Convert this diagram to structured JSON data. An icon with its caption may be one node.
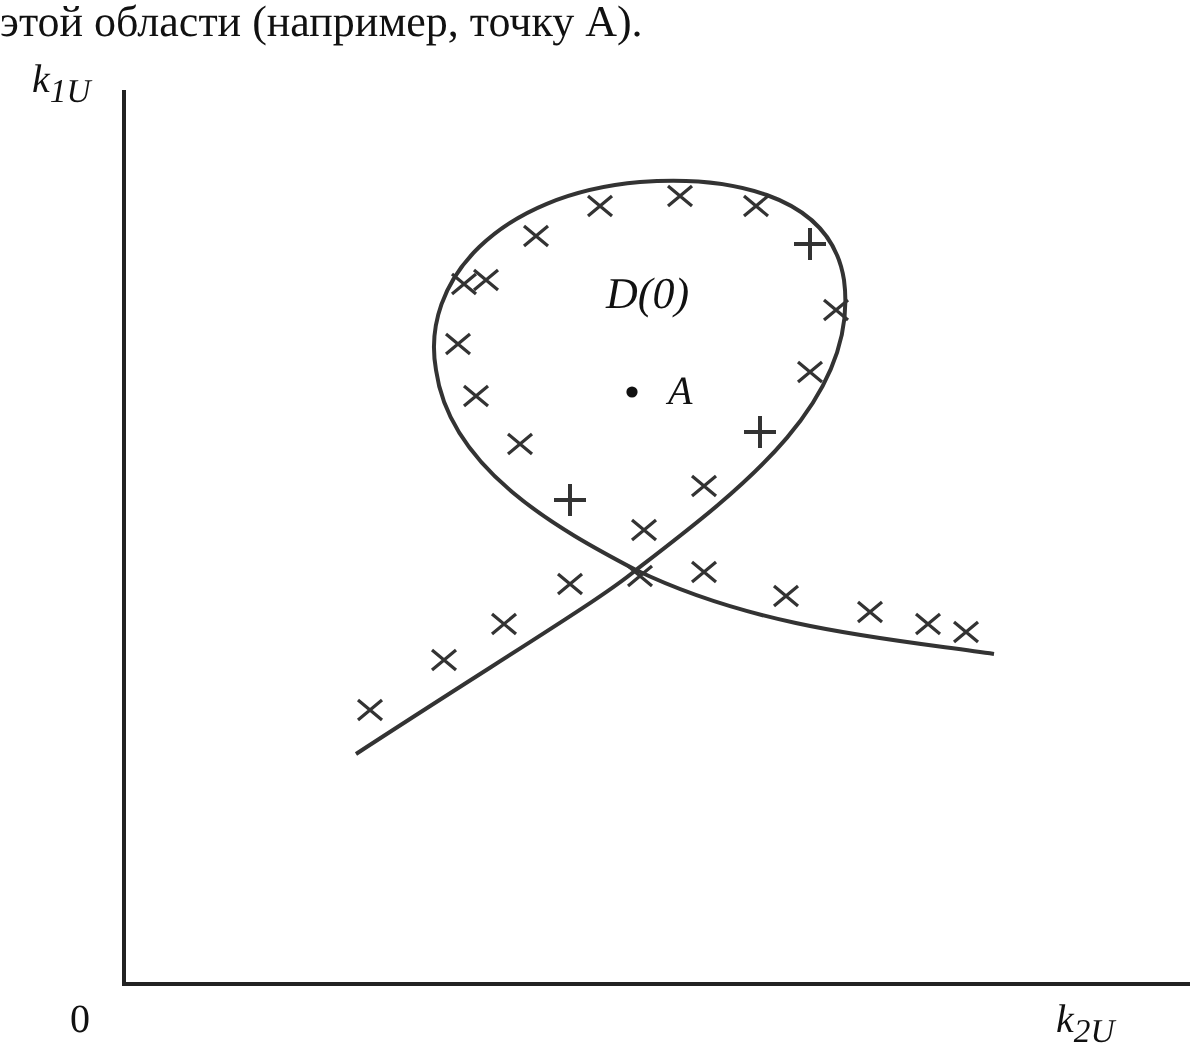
{
  "diagram": {
    "labels": [
      "этой области (например, точку A).",
      "*k*$_{1U}$",
      "D(0)",
      "A",
      "0",
      "*k*$_{2U}$"
    ]
  }
}
